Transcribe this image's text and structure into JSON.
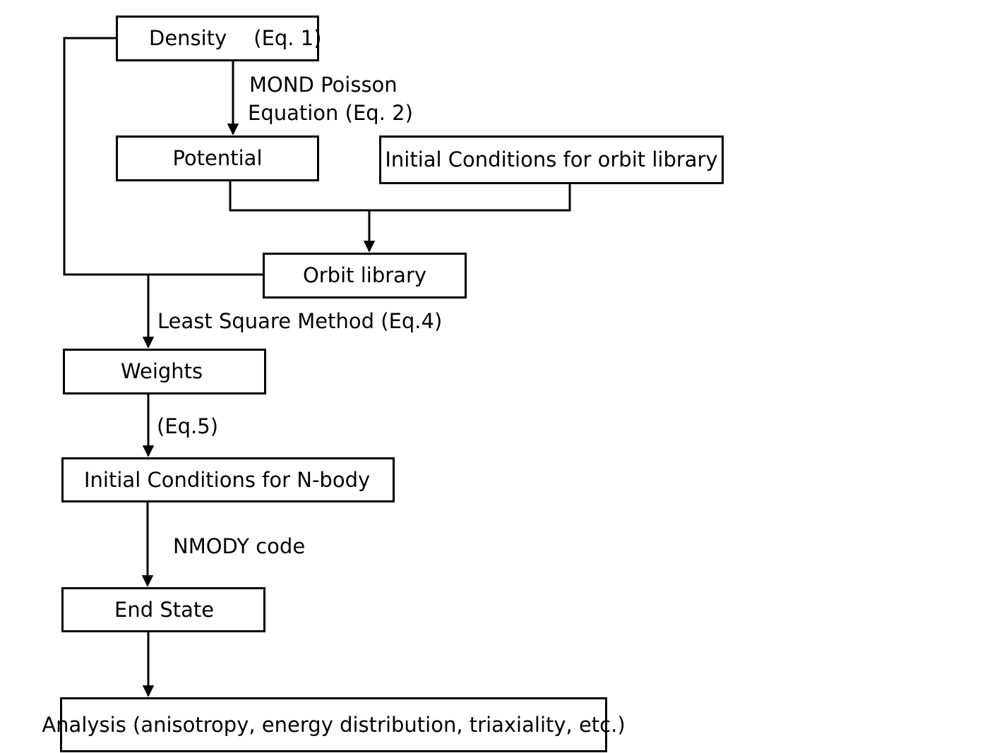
{
  "nodes": {
    "density": {
      "label": "Density",
      "eq": "(Eq. 1)"
    },
    "potential": {
      "label": "Potential"
    },
    "ic_orbit": {
      "label": "Initial Conditions for orbit library"
    },
    "orbit_library": {
      "label": "Orbit library"
    },
    "weights": {
      "label": "Weights"
    },
    "ic_nbody": {
      "label": "Initial Conditions for N-body"
    },
    "end_state": {
      "label": "End State"
    },
    "analysis": {
      "label": "Analysis (anisotropy, energy distribution, triaxiality, etc.)"
    }
  },
  "edges": {
    "mond_line1": "MOND Poisson",
    "mond_line2": "Equation  (Eq. 2)",
    "least_square": "Least Square Method (Eq.4)",
    "eq5": "(Eq.5)",
    "nmody": "NMODY code"
  }
}
